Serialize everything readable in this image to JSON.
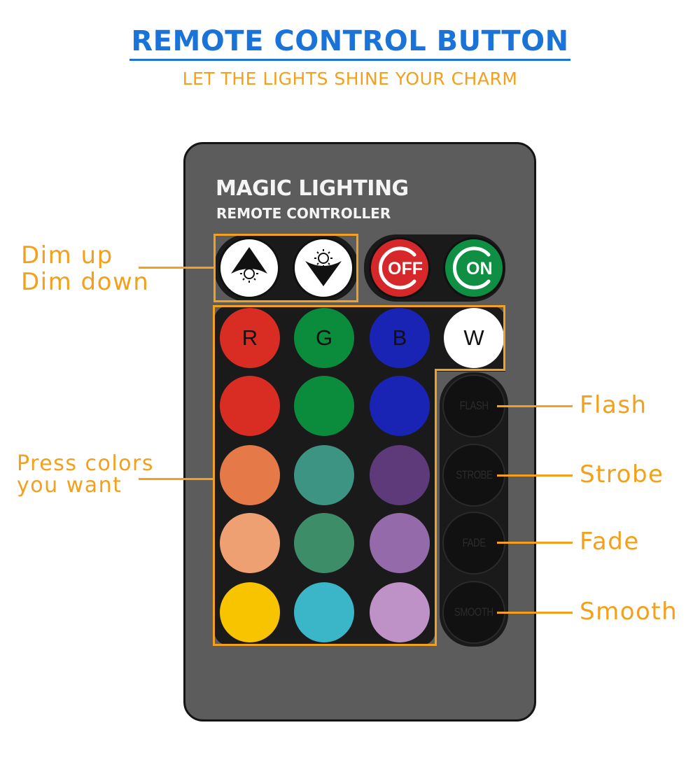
{
  "title": "REMOTE CONTROL BUTTON",
  "subtitle": "LET THE LIGHTS SHINE YOUR CHARM",
  "remote": {
    "brand": "MAGIC LIGHTING",
    "subbrand": "REMOTE CONTROLLER",
    "buttons": {
      "dim_up_icon": "brightness-up-icon",
      "dim_down_icon": "brightness-down-icon",
      "off": "OFF",
      "on": "ON",
      "r": "R",
      "g": "G",
      "b": "B",
      "w": "W",
      "flash": "FLASH",
      "strobe": "STROBE",
      "fade": "FADE",
      "smooth": "SMOOTH"
    },
    "color_grid": [
      [
        "#d92d23",
        "#0b8c3d",
        "#1a24b4"
      ],
      [
        "#e57a48",
        "#3e9483",
        "#5e3a7a"
      ],
      [
        "#eea073",
        "#3d8d68",
        "#946aaa"
      ],
      [
        "#f8c400",
        "#3bb6c8",
        "#be92c6"
      ]
    ],
    "colors": {
      "body": "#5c5c5c",
      "panel": "#1a1a1a",
      "r": "#d92d23",
      "g": "#0b8c3d",
      "b": "#1a24b4",
      "w": "#ffffff",
      "off": "#d6282a",
      "on": "#0f8f44"
    }
  },
  "callouts": {
    "dim_up": "Dim up",
    "dim_down": "Dim down",
    "press_colors_1": "Press colors",
    "press_colors_2": "you want",
    "flash": "Flash",
    "strobe": "Strobe",
    "fade": "Fade",
    "smooth": "Smooth",
    "accent_color": "#f3a01c"
  }
}
